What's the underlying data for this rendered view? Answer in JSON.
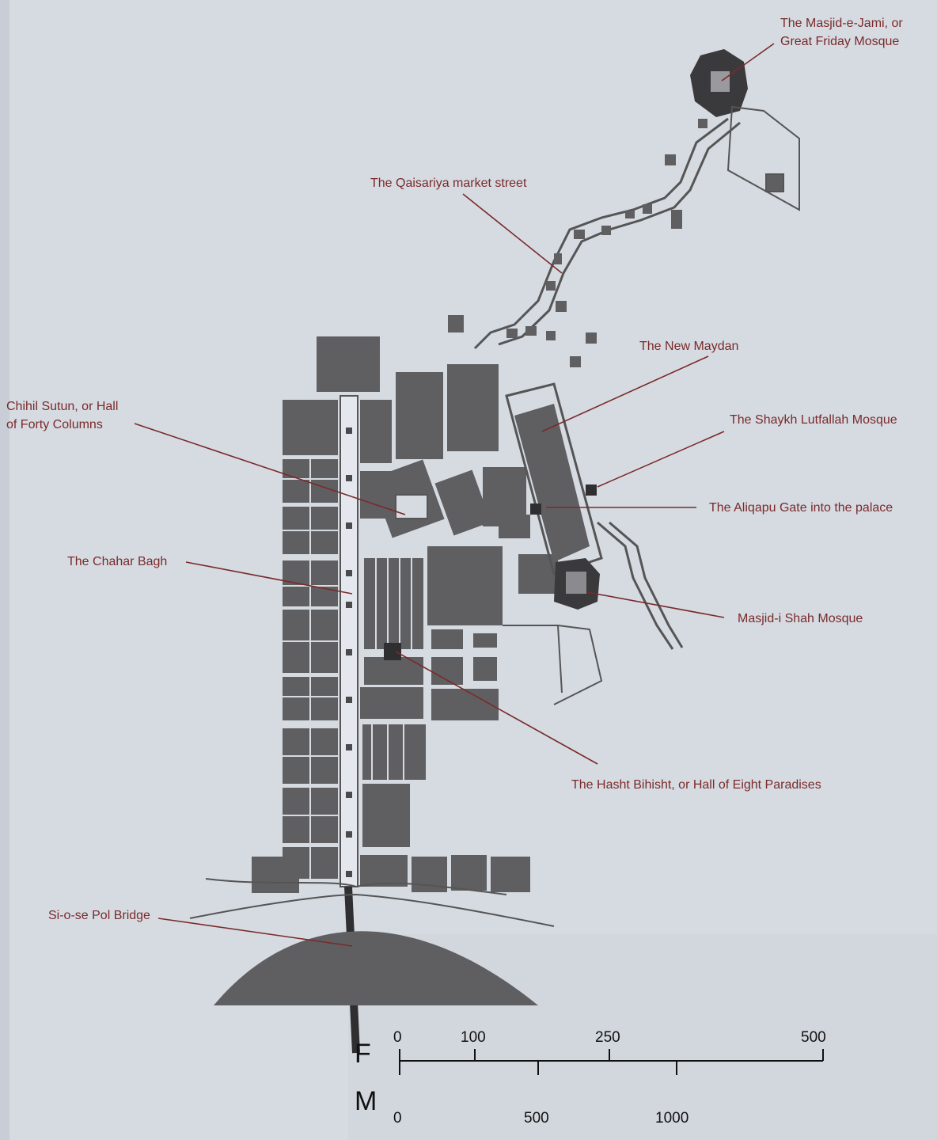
{
  "labels": {
    "jami": [
      "The Masjid-e-Jami, or",
      "Great Friday Mosque"
    ],
    "qaisariya": "The Qaisariya market street",
    "new_maydan": "The New Maydan",
    "chihil": [
      "Chihil Sutun, or Hall",
      "of Forty Columns"
    ],
    "lutfallah": "The Shaykh Lutfallah Mosque",
    "aliqapu": "The Aliqapu Gate into the palace",
    "chahar": "The Chahar Bagh",
    "shah": "Masjid-i Shah Mosque",
    "hasht": "The Hasht Bihisht, or Hall of Eight Paradises",
    "siose": "Si-o-se Pol Bridge"
  },
  "scale": {
    "feet_letter": "F",
    "meters_letter": "M",
    "feet_ticks": [
      "0",
      "100",
      "250",
      "500"
    ],
    "meter_ticks": [
      "0",
      "500",
      "1000"
    ]
  },
  "colors": {
    "buildings": "#5f5f62",
    "paper": "#d6dbe2",
    "label": "#7a2a2a",
    "leader": "#7a2a2a"
  }
}
